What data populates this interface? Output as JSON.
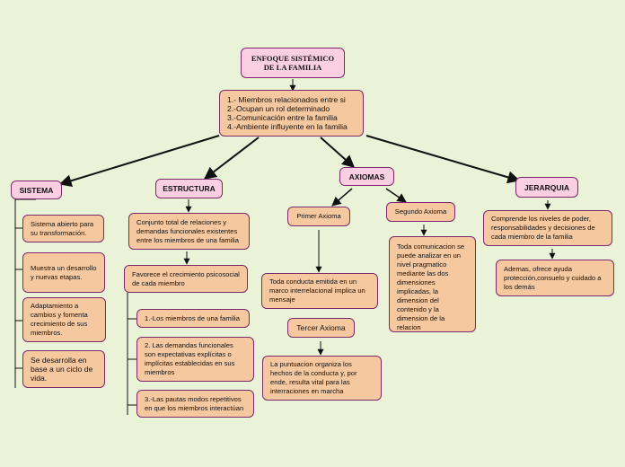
{
  "title": {
    "line1": "ENFOQUE SISTÉMICO",
    "line2": "DE LA FAMILIA"
  },
  "root_items": [
    "1.- Miembros relacionados entre si",
    "2.-Ocupan un rol determinado",
    "3.-Comunicación entre la familia",
    "4.-Ambiente influyente en la familia"
  ],
  "sistema": {
    "label": "SISTEMA",
    "items": [
      "Sistema abierto para su transformación.",
      "Muestra un desarrollo y nuevas etapas.",
      "Adaptamiento a cambios y fomenta crecimiento de sus miembros.",
      "Se desarrolla en base a un ciclo de vida."
    ]
  },
  "estructura": {
    "label": "ESTRUCTURA",
    "definition": "Conjunto total de relaciones y demandas funcionales  existentes entre los miembros de una familia",
    "favorece": "Favorece el crecimiento psicosocial de cada miembro",
    "items": [
      "1.-Los miembros de una familia",
      "2. Las demandas funcionales son expectativas explícitas o implícitas establecidas en sus miembros",
      "3.-Las pautas modos repetitivos en que los miembros interactúan"
    ]
  },
  "axiomas": {
    "label": "AXIOMAS",
    "primer": {
      "label": "Primer Axioma",
      "text": "Toda conducta emitida en un marco interrelacional implica un mensaje"
    },
    "segundo": {
      "label": "Segundo Axioma",
      "text": "Toda comunicacion se puede analizar en un nivel pragmatico mediante las dos dimensiones implicadas, la dimension del contenido y la dimension de la relacion"
    },
    "tercer": {
      "label": "Tercer Axioma",
      "text": "La puntuacion organiza los hechos de la conducta y, por ende, resulta vital para las interraciones en marcha"
    }
  },
  "jerarquia": {
    "label": "JERARQUIA",
    "items": [
      "Comprende los niveles de poder, responsabilidades y decisiones de cada miembro de la familia",
      "Ademas, ofrece ayuda protección,consuelo y cuidado a los demás"
    ]
  },
  "colors": {
    "background": "#eaf2d7",
    "category": "#f9cfe1",
    "detail": "#f6c8a0",
    "border": "#7a2a6a",
    "line": "#111111"
  }
}
